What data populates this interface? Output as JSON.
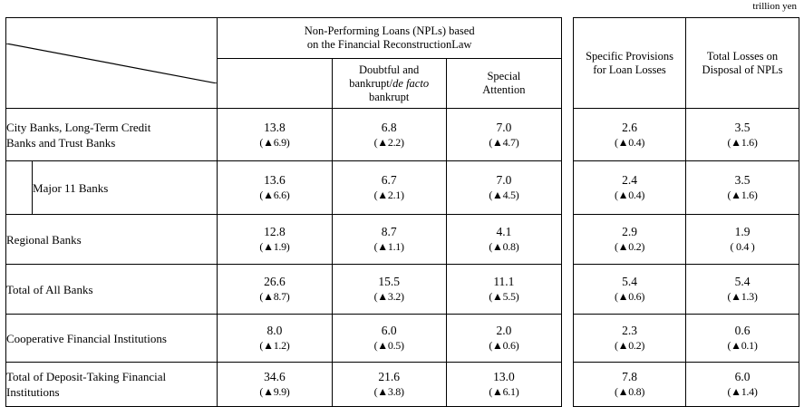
{
  "unit": "trillion yen",
  "header": {
    "corner_icon": "diagonal-slash",
    "npl_group": "Non-Performing Loans (NPLs) based\non the Financial ReconstructionLaw",
    "npl_group_line1": "Non-Performing Loans (NPLs) based",
    "npl_group_line2": "on the Financial ReconstructionLaw",
    "sub_doubtful_line1": "Doubtful and",
    "sub_doubtful_line2a": "bankrupt/",
    "sub_doubtful_line2b": "de facto",
    "sub_doubtful_line3": "bankrupt",
    "sub_special_line1": "Special",
    "sub_special_line2": "Attention",
    "specific_provisions_line1": "Specific Provisions",
    "specific_provisions_line2": "for Loan Losses",
    "total_losses_line1": "Total Losses on",
    "total_losses_line2": "Disposal of NPLs"
  },
  "rows": [
    {
      "label_line1": "City Banks, Long-Term Credit",
      "label_line2": "Banks and Trust Banks",
      "indented": false,
      "npl_total": {
        "value": "13.8",
        "change": "(▲6.9)"
      },
      "doubtful": {
        "value": "6.8",
        "change": "(▲2.2)"
      },
      "special": {
        "value": "7.0",
        "change": "(▲4.7)"
      },
      "provisions": {
        "value": "2.6",
        "change": "(▲0.4)"
      },
      "losses": {
        "value": "3.5",
        "change": "(▲1.6)"
      }
    },
    {
      "label_line1": "Major 11 Banks",
      "label_line2": "",
      "indented": true,
      "npl_total": {
        "value": "13.6",
        "change": "(▲6.6)"
      },
      "doubtful": {
        "value": "6.7",
        "change": "(▲2.1)"
      },
      "special": {
        "value": "7.0",
        "change": "(▲4.5)"
      },
      "provisions": {
        "value": "2.4",
        "change": "(▲0.4)"
      },
      "losses": {
        "value": "3.5",
        "change": "(▲1.6)"
      }
    },
    {
      "label_line1": "Regional Banks",
      "label_line2": "",
      "indented": false,
      "npl_total": {
        "value": "12.8",
        "change": "(▲1.9)"
      },
      "doubtful": {
        "value": "8.7",
        "change": "(▲1.1)"
      },
      "special": {
        "value": "4.1",
        "change": "(▲0.8)"
      },
      "provisions": {
        "value": "2.9",
        "change": "(▲0.2)"
      },
      "losses": {
        "value": "1.9",
        "change": "( 0.4 )"
      }
    },
    {
      "label_line1": "Total of All Banks",
      "label_line2": "",
      "indented": false,
      "npl_total": {
        "value": "26.6",
        "change": "(▲8.7)"
      },
      "doubtful": {
        "value": "15.5",
        "change": "(▲3.2)"
      },
      "special": {
        "value": "11.1",
        "change": "(▲5.5)"
      },
      "provisions": {
        "value": "5.4",
        "change": "(▲0.6)"
      },
      "losses": {
        "value": "5.4",
        "change": "(▲1.3)"
      }
    },
    {
      "label_line1": "Cooperative Financial Institutions",
      "label_line2": "",
      "indented": false,
      "npl_total": {
        "value": "8.0",
        "change": "(▲1.2)"
      },
      "doubtful": {
        "value": "6.0",
        "change": "(▲0.5)"
      },
      "special": {
        "value": "2.0",
        "change": "(▲0.6)"
      },
      "provisions": {
        "value": "2.3",
        "change": "(▲0.2)"
      },
      "losses": {
        "value": "0.6",
        "change": "(▲0.1)"
      }
    },
    {
      "label_line1": "Total of Deposit-Taking Financial",
      "label_line2": "Institutions",
      "indented": false,
      "npl_total": {
        "value": "34.6",
        "change": "(▲9.9)"
      },
      "doubtful": {
        "value": "21.6",
        "change": "(▲3.8)"
      },
      "special": {
        "value": "13.0",
        "change": "(▲6.1)"
      },
      "provisions": {
        "value": "7.8",
        "change": "(▲0.8)"
      },
      "losses": {
        "value": "6.0",
        "change": "(▲1.4)"
      }
    }
  ]
}
